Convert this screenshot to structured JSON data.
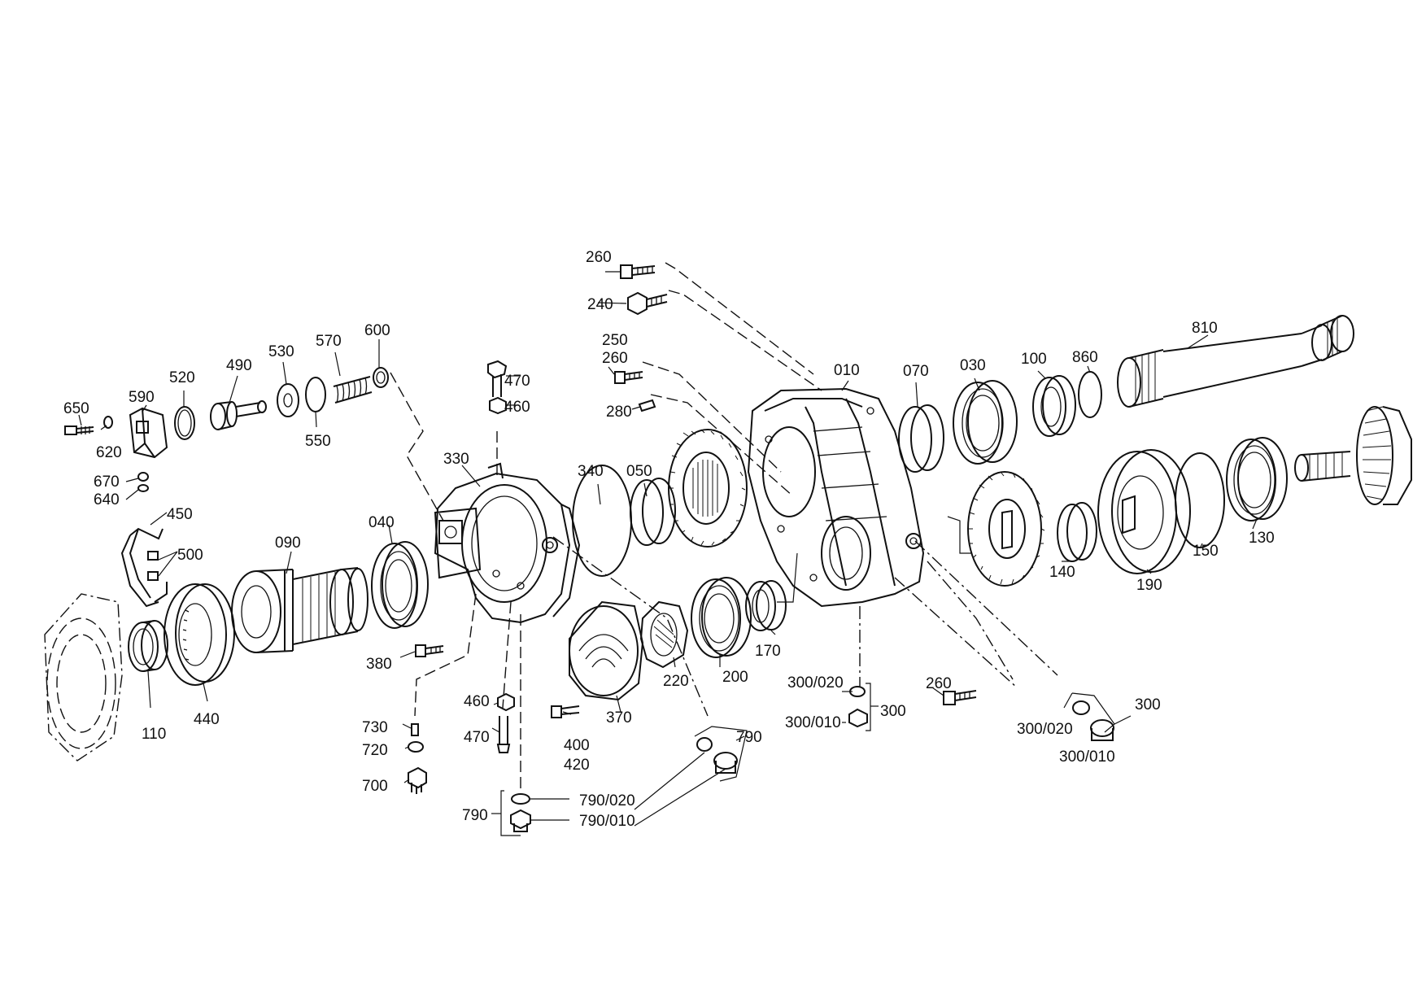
{
  "diagram": {
    "labels": {
      "p010": "010",
      "p030": "030",
      "p040": "040",
      "p050": "050",
      "p070": "070",
      "p090": "090",
      "p100": "100",
      "p110": "110",
      "p130": "130",
      "p140": "140",
      "p150": "150",
      "p170": "170",
      "p190": "190",
      "p200": "200",
      "p220": "220",
      "p240": "240",
      "p250": "250",
      "p260a": "260",
      "p260b": "260",
      "p260c": "260",
      "p280": "280",
      "p300a": "300",
      "p300b": "300",
      "p300_010a": "300/010",
      "p300_010b": "300/010",
      "p300_020a": "300/020",
      "p300_020b": "300/020",
      "p330": "330",
      "p340": "340",
      "p370": "370",
      "p380": "380",
      "p400": "400",
      "p420": "420",
      "p440": "440",
      "p450": "450",
      "p460a": "460",
      "p460b": "460",
      "p470a": "470",
      "p470b": "470",
      "p490": "490",
      "p500": "500",
      "p520": "520",
      "p530": "530",
      "p550": "550",
      "p570": "570",
      "p590": "590",
      "p600": "600",
      "p620": "620",
      "p640": "640",
      "p650": "650",
      "p670": "670",
      "p700": "700",
      "p720": "720",
      "p730": "730",
      "p790a": "790",
      "p790b": "790",
      "p790_010": "790/010",
      "p790_020": "790/020",
      "p810": "810",
      "p860": "860"
    }
  }
}
